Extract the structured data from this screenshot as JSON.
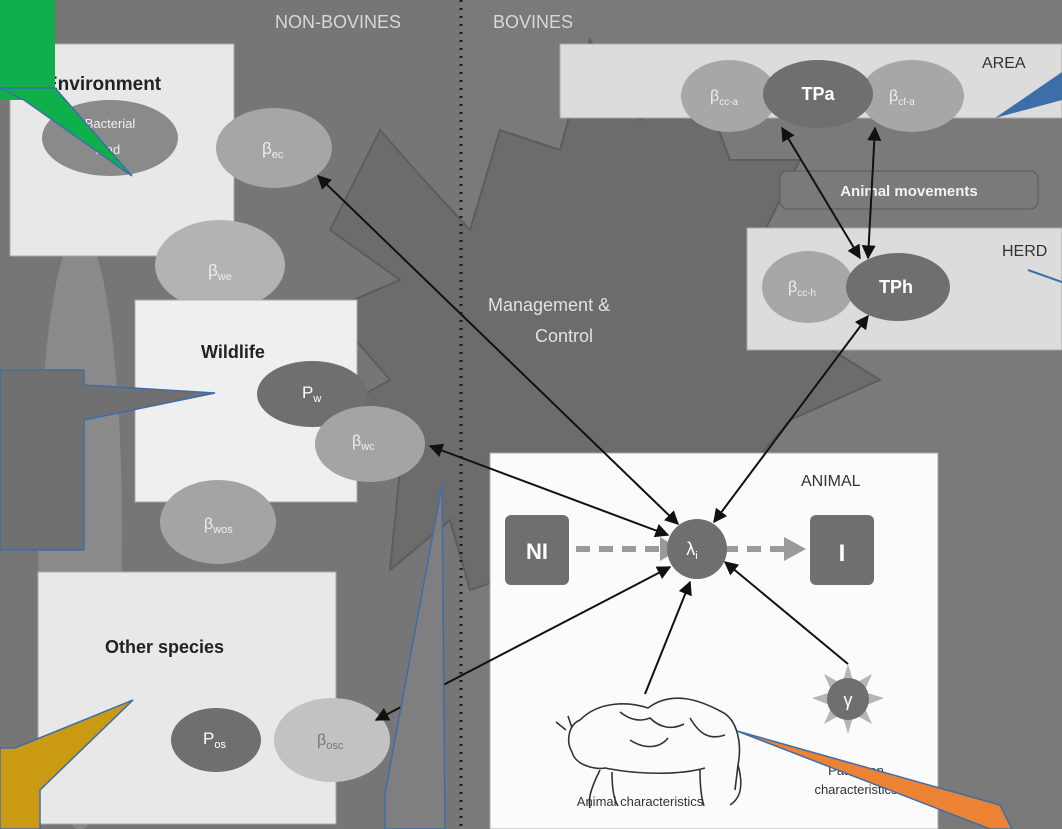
{
  "headers": {
    "left": "NON-BOVINES",
    "right": "BOVINES"
  },
  "environment": {
    "title": "Environment",
    "load_line1": "Bacterial",
    "load_line2": "load"
  },
  "wildlife": {
    "title": "Wildlife",
    "p": "P",
    "p_sub": "w"
  },
  "other_species": {
    "title": "Other species",
    "p": "P",
    "p_sub": "os"
  },
  "betas": {
    "ec": {
      "sym": "β",
      "sub": "ec"
    },
    "we": {
      "sym": "β",
      "sub": "we"
    },
    "wc": {
      "sym": "β",
      "sub": "wc"
    },
    "wos": {
      "sym": "β",
      "sub": "wos"
    },
    "osc": {
      "sym": "β",
      "sub": "osc"
    },
    "cca": {
      "sym": "β",
      "sub": "cc-a"
    },
    "cfa": {
      "sym": "β",
      "sub": "cf-a"
    },
    "cch": {
      "sym": "β",
      "sub": "cc-h"
    }
  },
  "area": {
    "label": "AREA",
    "tp": "TPa"
  },
  "herd": {
    "label": "HERD",
    "tp": "TPh"
  },
  "movements": "Animal movements",
  "management": {
    "line1": "Management &",
    "line2": "Control"
  },
  "animal": {
    "label": "ANIMAL",
    "ni": "NI",
    "i": "I",
    "lambda": "λ",
    "lambda_sub": "i",
    "gamma": "γ",
    "animal_char": "Animal characteristics",
    "pathogen_line1": "Pathogen",
    "pathogen_line2": "characteristics"
  },
  "colors": {
    "background": "#7c7c7c",
    "green_callout": "#0fb04b",
    "orange_callout": "#ec8233",
    "gold_callout": "#c99a12",
    "blue_stroke": "#3d6ea8"
  }
}
